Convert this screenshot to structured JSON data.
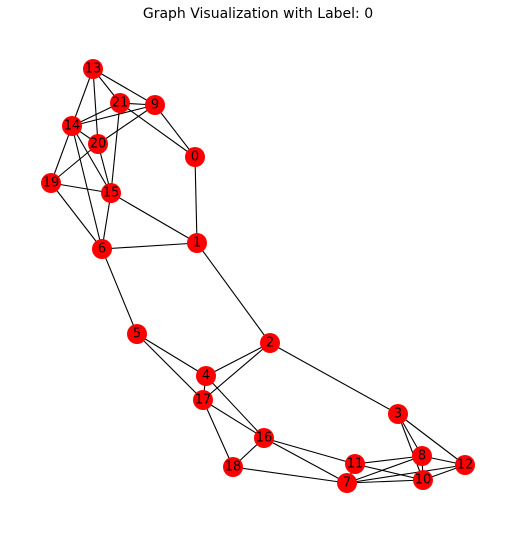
{
  "title": "Graph Visualization with Label: 0",
  "colors": {
    "node_fill": "#ff0000",
    "edge": "#000000",
    "label": "#000000"
  },
  "nodes": [
    {
      "id": "0"
    },
    {
      "id": "1"
    },
    {
      "id": "2"
    },
    {
      "id": "3"
    },
    {
      "id": "4"
    },
    {
      "id": "5"
    },
    {
      "id": "6"
    },
    {
      "id": "7"
    },
    {
      "id": "8"
    },
    {
      "id": "9"
    },
    {
      "id": "10"
    },
    {
      "id": "11"
    },
    {
      "id": "12"
    },
    {
      "id": "13"
    },
    {
      "id": "14"
    },
    {
      "id": "15"
    },
    {
      "id": "16"
    },
    {
      "id": "17"
    },
    {
      "id": "18"
    },
    {
      "id": "19"
    },
    {
      "id": "20"
    },
    {
      "id": "21"
    }
  ],
  "edges": [
    [
      "13",
      "21"
    ],
    [
      "13",
      "9"
    ],
    [
      "13",
      "14"
    ],
    [
      "13",
      "20"
    ],
    [
      "21",
      "9"
    ],
    [
      "21",
      "14"
    ],
    [
      "21",
      "0"
    ],
    [
      "21",
      "15"
    ],
    [
      "9",
      "14"
    ],
    [
      "9",
      "20"
    ],
    [
      "9",
      "0"
    ],
    [
      "14",
      "20"
    ],
    [
      "14",
      "19"
    ],
    [
      "14",
      "15"
    ],
    [
      "14",
      "6"
    ],
    [
      "20",
      "19"
    ],
    [
      "20",
      "15"
    ],
    [
      "19",
      "15"
    ],
    [
      "19",
      "6"
    ],
    [
      "15",
      "6"
    ],
    [
      "15",
      "1"
    ],
    [
      "0",
      "1"
    ],
    [
      "6",
      "1"
    ],
    [
      "6",
      "5"
    ],
    [
      "1",
      "2"
    ],
    [
      "5",
      "4"
    ],
    [
      "5",
      "17"
    ],
    [
      "2",
      "4"
    ],
    [
      "2",
      "17"
    ],
    [
      "2",
      "3"
    ],
    [
      "4",
      "17"
    ],
    [
      "4",
      "16"
    ],
    [
      "17",
      "16"
    ],
    [
      "17",
      "18"
    ],
    [
      "16",
      "18"
    ],
    [
      "16",
      "11"
    ],
    [
      "16",
      "7"
    ],
    [
      "18",
      "7"
    ],
    [
      "11",
      "7"
    ],
    [
      "11",
      "8"
    ],
    [
      "11",
      "10"
    ],
    [
      "7",
      "8"
    ],
    [
      "7",
      "10"
    ],
    [
      "7",
      "12"
    ],
    [
      "3",
      "8"
    ],
    [
      "3",
      "10"
    ],
    [
      "3",
      "12"
    ],
    [
      "8",
      "10"
    ],
    [
      "8",
      "12"
    ],
    [
      "10",
      "12"
    ]
  ]
}
